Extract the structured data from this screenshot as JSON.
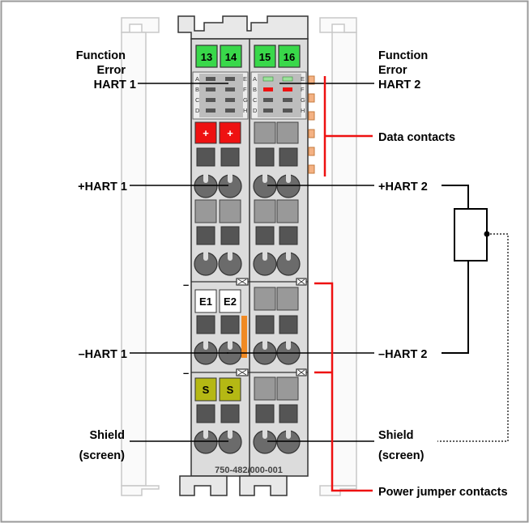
{
  "labels": {
    "left_function": "Function",
    "left_error": "Error",
    "left_hart1": "HART 1",
    "right_function": "Function",
    "right_error": "Error",
    "right_hart2": "HART 2",
    "data_contacts": "Data contacts",
    "plus_hart1": "+HART 1",
    "plus_hart2": "+HART 2",
    "minus_hart1": "–HART 1",
    "minus_hart2": "–HART 2",
    "shield_left": "Shield",
    "screen_left": "(screen)",
    "shield_right": "Shield",
    "screen_right": "(screen)",
    "power_jumper": "Power jumper contacts"
  },
  "module": {
    "terminals": [
      "13",
      "14",
      "15",
      "16"
    ],
    "leds_left": [
      "A",
      "B",
      "C",
      "D"
    ],
    "leds_mid_left": [
      "E",
      "F",
      "G",
      "H"
    ],
    "leds_mid_right": [
      "A",
      "B",
      "C",
      "D"
    ],
    "leds_right": [
      "E",
      "F",
      "G",
      "H"
    ],
    "plus_marks": [
      "+",
      "+"
    ],
    "e_labels": [
      "E1",
      "E2"
    ],
    "s_labels": [
      "S",
      "S"
    ],
    "part_number": "750-482/000-001",
    "minus_marks": [
      "–",
      "–"
    ]
  },
  "colors": {
    "terminal_green": "#39d84a",
    "plus_red": "#ee1111",
    "shield_olive": "#b5b814",
    "accent_red": "#ee1111",
    "orange_strip": "#f08a24",
    "housing_grey": "#dcdcdc"
  }
}
